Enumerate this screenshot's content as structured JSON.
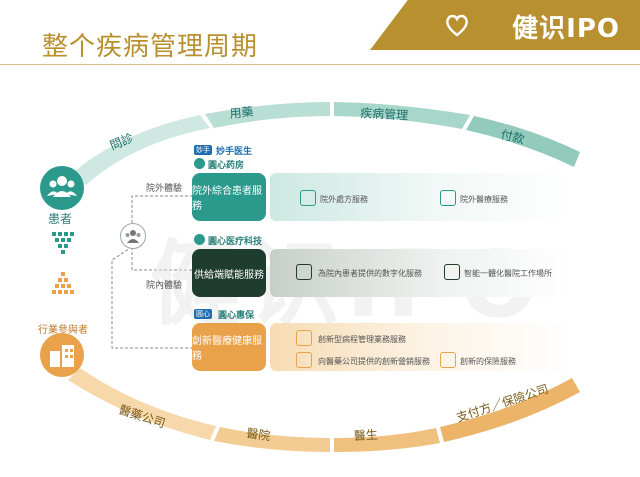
{
  "header": {
    "title": "整个疾病管理周期",
    "brand": "健识IPO"
  },
  "colors": {
    "gold": "#b8902f",
    "teal": "#2b9a8c",
    "dark_green": "#1f3d2f",
    "orange": "#e9a24a"
  },
  "top_arc": {
    "labels": [
      "問診",
      "用藥",
      "疾病管理",
      "付款"
    ]
  },
  "bottom_arc": {
    "labels": [
      "醫藥公司",
      "醫院",
      "醫生",
      "支付方／保險公司"
    ]
  },
  "left": {
    "patient_label": "患者",
    "patient_icon": "people-icon",
    "industry_label": "行業參與者",
    "industry_icon": "buildings-icon"
  },
  "connectors": {
    "outside": "院外體驗",
    "inside": "院內體驗"
  },
  "rows": [
    {
      "brand_chip": "妙手",
      "brand": "妙手医生",
      "brand2": "圓心药房",
      "box_label": "院外綜合患者服務",
      "services": [
        {
          "label": "院外處方服務",
          "icon": "prescription-icon"
        },
        {
          "label": "院外醫療服務",
          "icon": "hospital-icon"
        }
      ]
    },
    {
      "brand": "圓心医疗科技",
      "box_label": "供給端賦能服務",
      "services": [
        {
          "label": "為院內患者提供的數字化服務",
          "icon": "doctor-icon"
        },
        {
          "label": "智能一體化醫院工作場所",
          "icon": "workstation-icon"
        }
      ]
    },
    {
      "brand_chip": "圓心",
      "brand": "圓心惠保",
      "box_label": "創新醫療健康服務",
      "services": [
        {
          "label": "創新型病程管理業務服務",
          "icon": "phone-icon"
        },
        {
          "label": "向醫藥公司提供的創新營銷服務",
          "icon": "team-icon"
        },
        {
          "label": "創新的保險服務",
          "icon": "shield-icon"
        }
      ]
    }
  ],
  "watermark": "健识IPO"
}
